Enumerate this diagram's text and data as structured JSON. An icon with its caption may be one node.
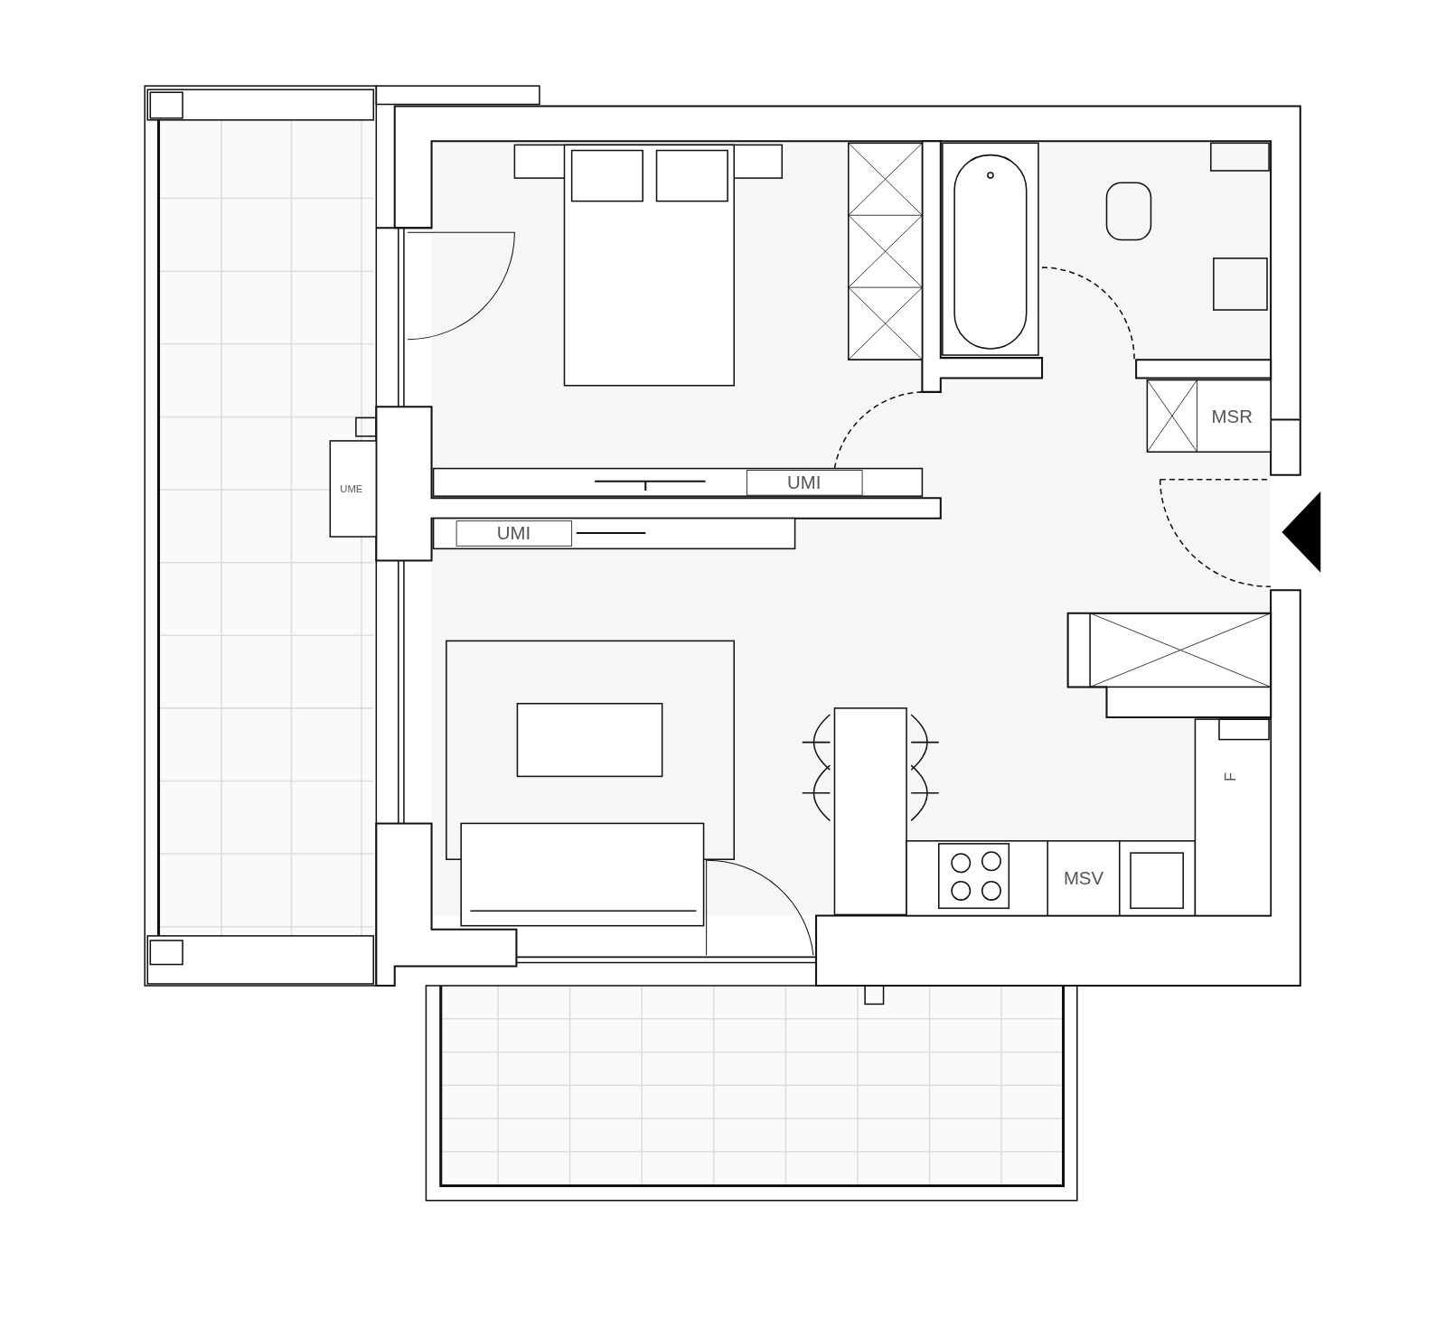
{
  "diagram": {
    "labels": [
      "MSR",
      "UMI",
      "UME",
      "UMI",
      "F",
      "MSV"
    ]
  }
}
